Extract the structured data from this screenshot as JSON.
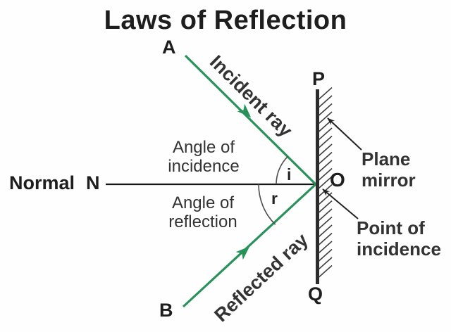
{
  "title": "Laws of Reflection",
  "colors": {
    "ray_green": "#28925A",
    "ink": "#1E1E1E",
    "label": "#333333",
    "mirror": "#2C2C2C",
    "arc": "#4D4D4D",
    "pointer": "#222222"
  },
  "points": {
    "a": "A",
    "b": "B",
    "p": "P",
    "q": "Q",
    "o": "O",
    "normal_word": "Normal",
    "normal_letter": "N"
  },
  "rays": {
    "incident_label": "Incident ray",
    "reflected_label": "Reflected ray"
  },
  "angles": {
    "incidence_line1": "Angle of",
    "incidence_line2": "incidence",
    "reflection_line1": "Angle of",
    "reflection_line2": "reflection",
    "i": "i",
    "r": "r"
  },
  "annotations": {
    "plane_mirror_line1": "Plane",
    "plane_mirror_line2": "mirror",
    "point_incidence_line1": "Point of",
    "point_incidence_line2": "incidence"
  }
}
